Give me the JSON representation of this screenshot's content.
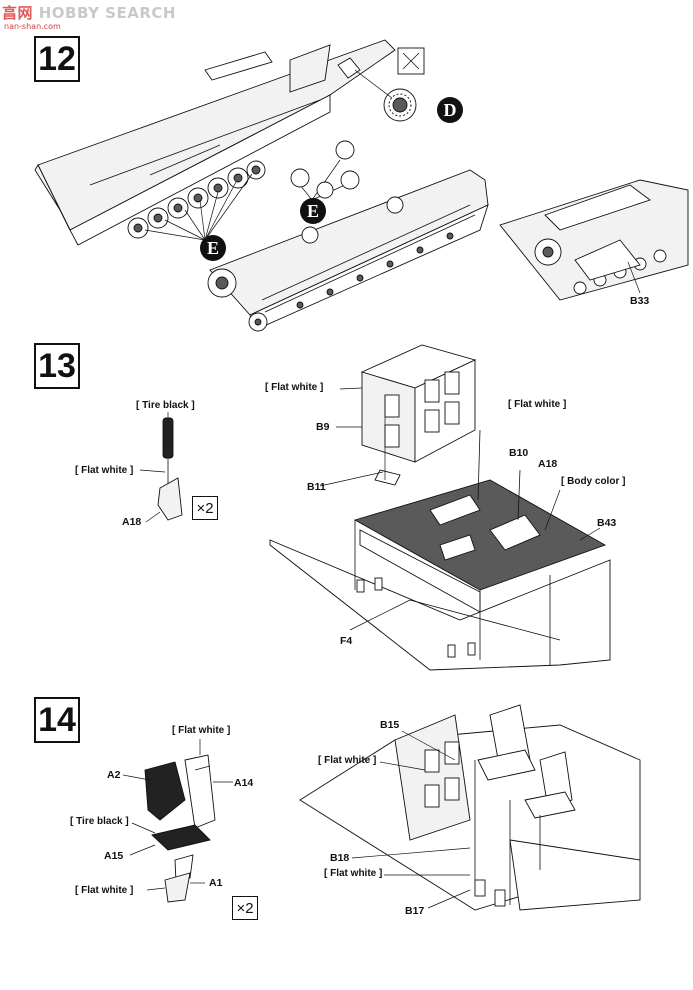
{
  "watermark": {
    "text": "HOBBY SEARCH",
    "prefix": "亯网",
    "url": "nan-shan.com"
  },
  "steps": [
    {
      "number": "12"
    },
    {
      "number": "13"
    },
    {
      "number": "14"
    }
  ],
  "step12": {
    "callouts": {
      "d": "D",
      "e1": "E",
      "e2": "E"
    },
    "detail_label": "B33"
  },
  "step13": {
    "paint_tire_black": "[ Tire  black ]",
    "paint_flat_white_a": "[ Flat white ]",
    "paint_flat_white_b": "[ Flat white ]",
    "paint_flat_white_c": "[ Flat white ]",
    "paint_body_color": "[ Body color ]",
    "part_a18_left": "A18",
    "part_a18_right": "A18",
    "multiplier": "×2",
    "part_b9": "B9",
    "part_b10": "B10",
    "part_b11": "B11",
    "part_b43": "B43",
    "part_f4": "F4"
  },
  "step14": {
    "paint_flat_white_a": "[ Flat white ]",
    "paint_tire_black": "[ Tire  black ]",
    "paint_flat_white_b": "[ Flat white ]",
    "paint_flat_white_c": "[ Flat white ]",
    "paint_flat_white_d": "[ Flat white ]",
    "part_a2": "A2",
    "part_a14": "A14",
    "part_a15": "A15",
    "part_a1": "A1",
    "multiplier": "×2",
    "part_b15": "B15",
    "part_b18": "B18",
    "part_b17": "B17"
  }
}
